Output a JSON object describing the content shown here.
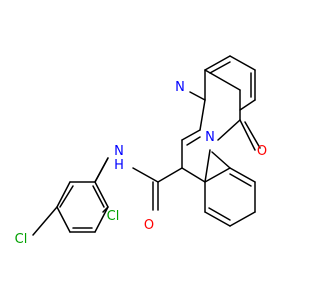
{
  "molecule": {
    "atom_labels": {
      "n_amide": "N",
      "h_amide": "H",
      "o_amide": "O",
      "o_ketone": "O",
      "n_ring_imine": "N",
      "n_ring_bridge": "N",
      "cl_ortho": "Cl",
      "cl_para": "Cl"
    },
    "colors": {
      "bond": "#000000",
      "nitrogen": "#0000ff",
      "oxygen": "#ff0000",
      "chlorine": "#00a000",
      "background": "#ffffff"
    }
  }
}
